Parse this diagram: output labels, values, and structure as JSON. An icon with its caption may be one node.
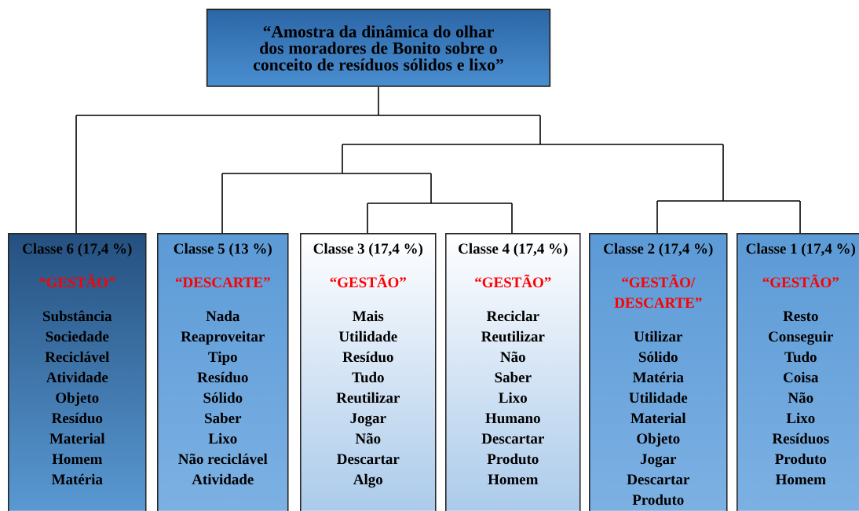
{
  "diagram": {
    "nodes": [
      {
        "text": [
          "“Amostra da dinâmica do olhar dos moradores de Bonito sobre o conceito de resíduos sólidos e lixo”"
        ]
      },
      {
        "text": [
          "Classe 6 (17,4 %)",
          "“GESTÃO”",
          "Substância",
          "Sociedade",
          "Reciclável",
          "Atividade",
          "Objeto",
          "Resíduo",
          "Material",
          "Homem",
          "Matéria"
        ]
      },
      {
        "text": [
          "Classe 5 (13 %)",
          "“DESCARTE”",
          "Nada",
          "Reaproveitar",
          "Tipo",
          "Resíduo",
          "Sólido",
          "Saber",
          "Lixo",
          "Não reciclável",
          "Atividade"
        ]
      },
      {
        "text": [
          "Classe 3 (17,4 %)",
          "“GESTÃO”",
          "Mais",
          "Utilidade",
          "Resíduo",
          "Tudo",
          "Reutilizar",
          "Jogar",
          "Não",
          "Descartar",
          "Algo"
        ]
      },
      {
        "text": [
          "Classe 4 (17,4 %)",
          "“GESTÃO”",
          "Reciclar",
          "Reutilizar",
          "Não",
          "Saber",
          "Lixo",
          "Humano",
          "Descartar",
          "Produto",
          "Homem"
        ]
      },
      {
        "text": [
          "Classe 2 (17,4 %)",
          "“GESTÃO/ DESCARTE”",
          "Utilizar",
          "Sólido",
          "Matéria",
          "Utilidade",
          "Material",
          "Objeto",
          "Jogar",
          "Descartar",
          "Produto"
        ]
      },
      {
        "text": [
          "Classe 1 (17,4 %)",
          "“GESTÃO”",
          "Resto",
          "Conseguir",
          "Tudo",
          "Coisa",
          "Não",
          "Lixo",
          "Resíduos",
          "Produto",
          "Homem"
        ]
      }
    ],
    "edges": [
      {
        "from": 0,
        "to": 1,
        "arrow": "none"
      },
      {
        "from": 0,
        "to": 2,
        "arrow": "none"
      },
      {
        "from": 0,
        "to": 3,
        "arrow": "none"
      },
      {
        "from": 0,
        "to": 4,
        "arrow": "none"
      },
      {
        "from": 0,
        "to": 5,
        "arrow": "none"
      },
      {
        "from": 0,
        "to": 6,
        "arrow": "none"
      }
    ]
  }
}
